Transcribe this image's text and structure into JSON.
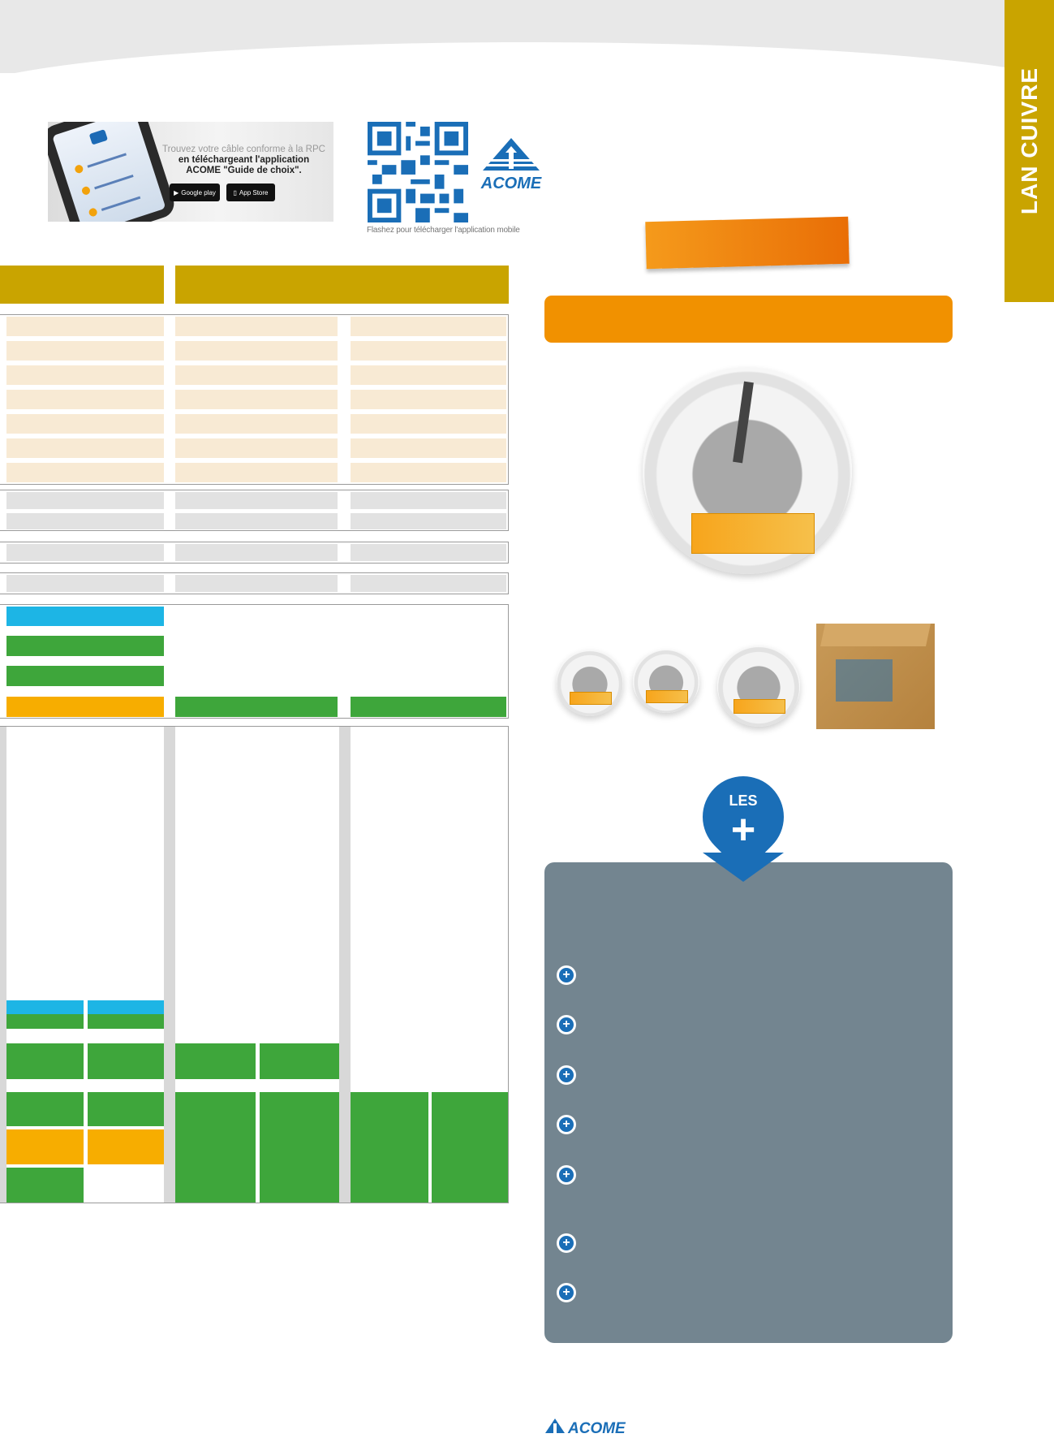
{
  "side_tab": {
    "label": "LAN CUIVRE"
  },
  "app_banner": {
    "line1": "Trouvez votre câble conforme à la RPC",
    "line2": "en téléchargeant l'application",
    "line3": "ACOME \"Guide de choix\".",
    "google_play": "Google play",
    "app_store": "App Store"
  },
  "qr": {
    "caption": "Flashez pour télécharger l'application mobile"
  },
  "brand": {
    "name": "ACOME"
  },
  "les_plus": {
    "les": "LES",
    "plus": "+"
  },
  "colors": {
    "gold": "#c9a400",
    "orange": "#f19100",
    "green": "#3ea63b",
    "cyan": "#1db5e5",
    "amber": "#f7ad00",
    "panel": "#738590",
    "blue": "#1a6eb7"
  }
}
